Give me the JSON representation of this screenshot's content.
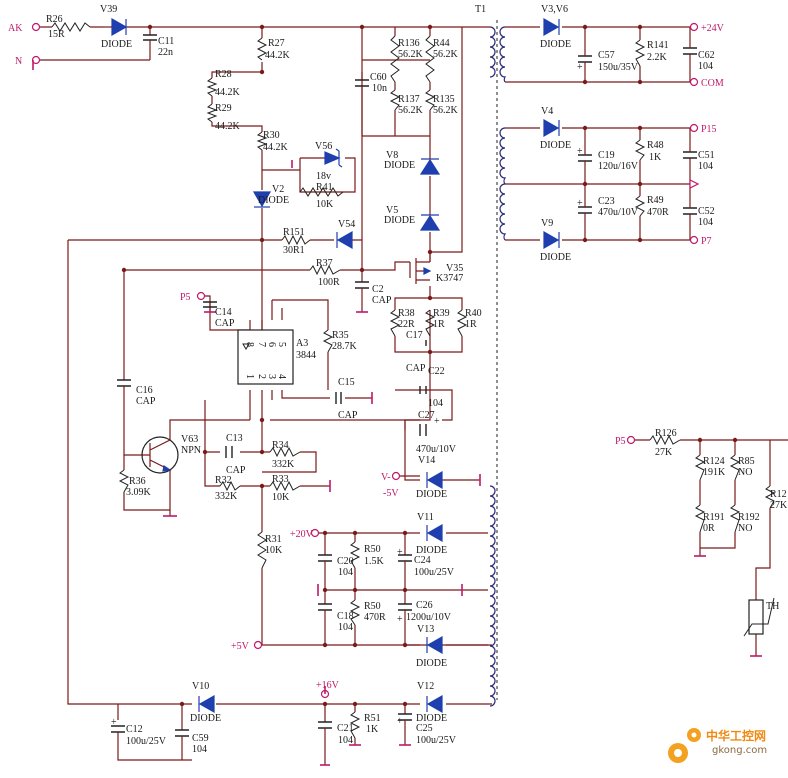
{
  "transformer_label": "T1",
  "net_labels": {
    "ak": "AK",
    "n": "N",
    "p24": "+24V",
    "com": "COM",
    "p15": "P15",
    "p7": "P7",
    "p5_left": "P5",
    "p5_right": "P5",
    "vminus": "V-",
    "minus5": "-5V",
    "p20": "+20V",
    "p5v": "+5V",
    "p16": "+16V"
  },
  "components": [
    {
      "ref": "R26",
      "value": "15R"
    },
    {
      "ref": "V39",
      "value": "DIODE"
    },
    {
      "ref": "C11",
      "value": "22n"
    },
    {
      "ref": "R27",
      "value": "44.2K"
    },
    {
      "ref": "R28",
      "value": "44.2K"
    },
    {
      "ref": "R29",
      "value": "44.2K"
    },
    {
      "ref": "R30",
      "value": "44.2K"
    },
    {
      "ref": "V56",
      "value": "18v"
    },
    {
      "ref": "R41",
      "value": "10K"
    },
    {
      "ref": "V2",
      "value": "DIODE"
    },
    {
      "ref": "R151",
      "value": "30R1"
    },
    {
      "ref": "V54",
      "value": ""
    },
    {
      "ref": "R37",
      "value": "100R"
    },
    {
      "ref": "C2",
      "value": "CAP"
    },
    {
      "ref": "R136",
      "value": "56.2K"
    },
    {
      "ref": "R44",
      "value": "56.2K"
    },
    {
      "ref": "C60",
      "value": "10n"
    },
    {
      "ref": "R137",
      "value": "56.2K"
    },
    {
      "ref": "R135",
      "value": "56.2K"
    },
    {
      "ref": "V8",
      "value": "DIODE"
    },
    {
      "ref": "V5",
      "value": "DIODE"
    },
    {
      "ref": "V35",
      "value": "K3747"
    },
    {
      "ref": "C14",
      "value": "CAP"
    },
    {
      "ref": "A3",
      "value": "3844"
    },
    {
      "ref": "R35",
      "value": "28.7K"
    },
    {
      "ref": "C15",
      "value": "CAP"
    },
    {
      "ref": "R38",
      "value": "22R"
    },
    {
      "ref": "R39",
      "value": "1R"
    },
    {
      "ref": "R40",
      "value": "1R"
    },
    {
      "ref": "C17",
      "value": "CAP"
    },
    {
      "ref": "C22",
      "value": "104"
    },
    {
      "ref": "C27",
      "value": "470u/10V"
    },
    {
      "ref": "C16",
      "value": "CAP"
    },
    {
      "ref": "V63",
      "value": "NPN"
    },
    {
      "ref": "R36",
      "value": "3.09K"
    },
    {
      "ref": "C13",
      "value": "CAP"
    },
    {
      "ref": "R34",
      "value": "332K"
    },
    {
      "ref": "R32",
      "value": "332K"
    },
    {
      "ref": "R33",
      "value": "10K"
    },
    {
      "ref": "V14",
      "value": "DIODE"
    },
    {
      "ref": "R31",
      "value": "10K"
    },
    {
      "ref": "V11",
      "value": "DIODE"
    },
    {
      "ref": "C20",
      "value": "104"
    },
    {
      "ref": "R50",
      "value": "1.5K"
    },
    {
      "ref": "C24",
      "value": "100u/25V"
    },
    {
      "ref": "C18",
      "value": "104"
    },
    {
      "ref": "R50",
      "value": "470R"
    },
    {
      "ref": "C26",
      "value": "1200u/10V"
    },
    {
      "ref": "V13",
      "value": "DIODE"
    },
    {
      "ref": "V10",
      "value": "DIODE"
    },
    {
      "ref": "V12",
      "value": "DIODE"
    },
    {
      "ref": "C12",
      "value": "100u/25V"
    },
    {
      "ref": "C59",
      "value": "104"
    },
    {
      "ref": "C21",
      "value": "104"
    },
    {
      "ref": "R51",
      "value": "1K"
    },
    {
      "ref": "C25",
      "value": "100u/25V"
    },
    {
      "ref": "V3,V6",
      "value": "DIODE"
    },
    {
      "ref": "C57",
      "value": "150u/35V"
    },
    {
      "ref": "R141",
      "value": "2.2K"
    },
    {
      "ref": "C62",
      "value": "104"
    },
    {
      "ref": "V4",
      "value": "DIODE"
    },
    {
      "ref": "C19",
      "value": "120u/16V"
    },
    {
      "ref": "R48",
      "value": "1K"
    },
    {
      "ref": "C51",
      "value": "104"
    },
    {
      "ref": "C23",
      "value": "470u/10V"
    },
    {
      "ref": "R49",
      "value": "470R"
    },
    {
      "ref": "C52",
      "value": "104"
    },
    {
      "ref": "V9",
      "value": "DIODE"
    },
    {
      "ref": "R126",
      "value": "27K"
    },
    {
      "ref": "R124",
      "value": "191K"
    },
    {
      "ref": "R85",
      "value": "NO"
    },
    {
      "ref": "R12",
      "value": "27K"
    },
    {
      "ref": "R191",
      "value": "0R"
    },
    {
      "ref": "R192",
      "value": "NO"
    },
    {
      "ref": "TH",
      "value": ""
    }
  ],
  "ic_pins": [
    "8",
    "7",
    "6",
    "5",
    "1",
    "2",
    "3",
    "4"
  ],
  "watermark": {
    "text": "中华工控网",
    "url": "gkong.com"
  },
  "colors": {
    "wire": "#7a1a1a",
    "diode": "#1f3fae",
    "terminal": "#c0186a",
    "background": "#ffffff"
  }
}
